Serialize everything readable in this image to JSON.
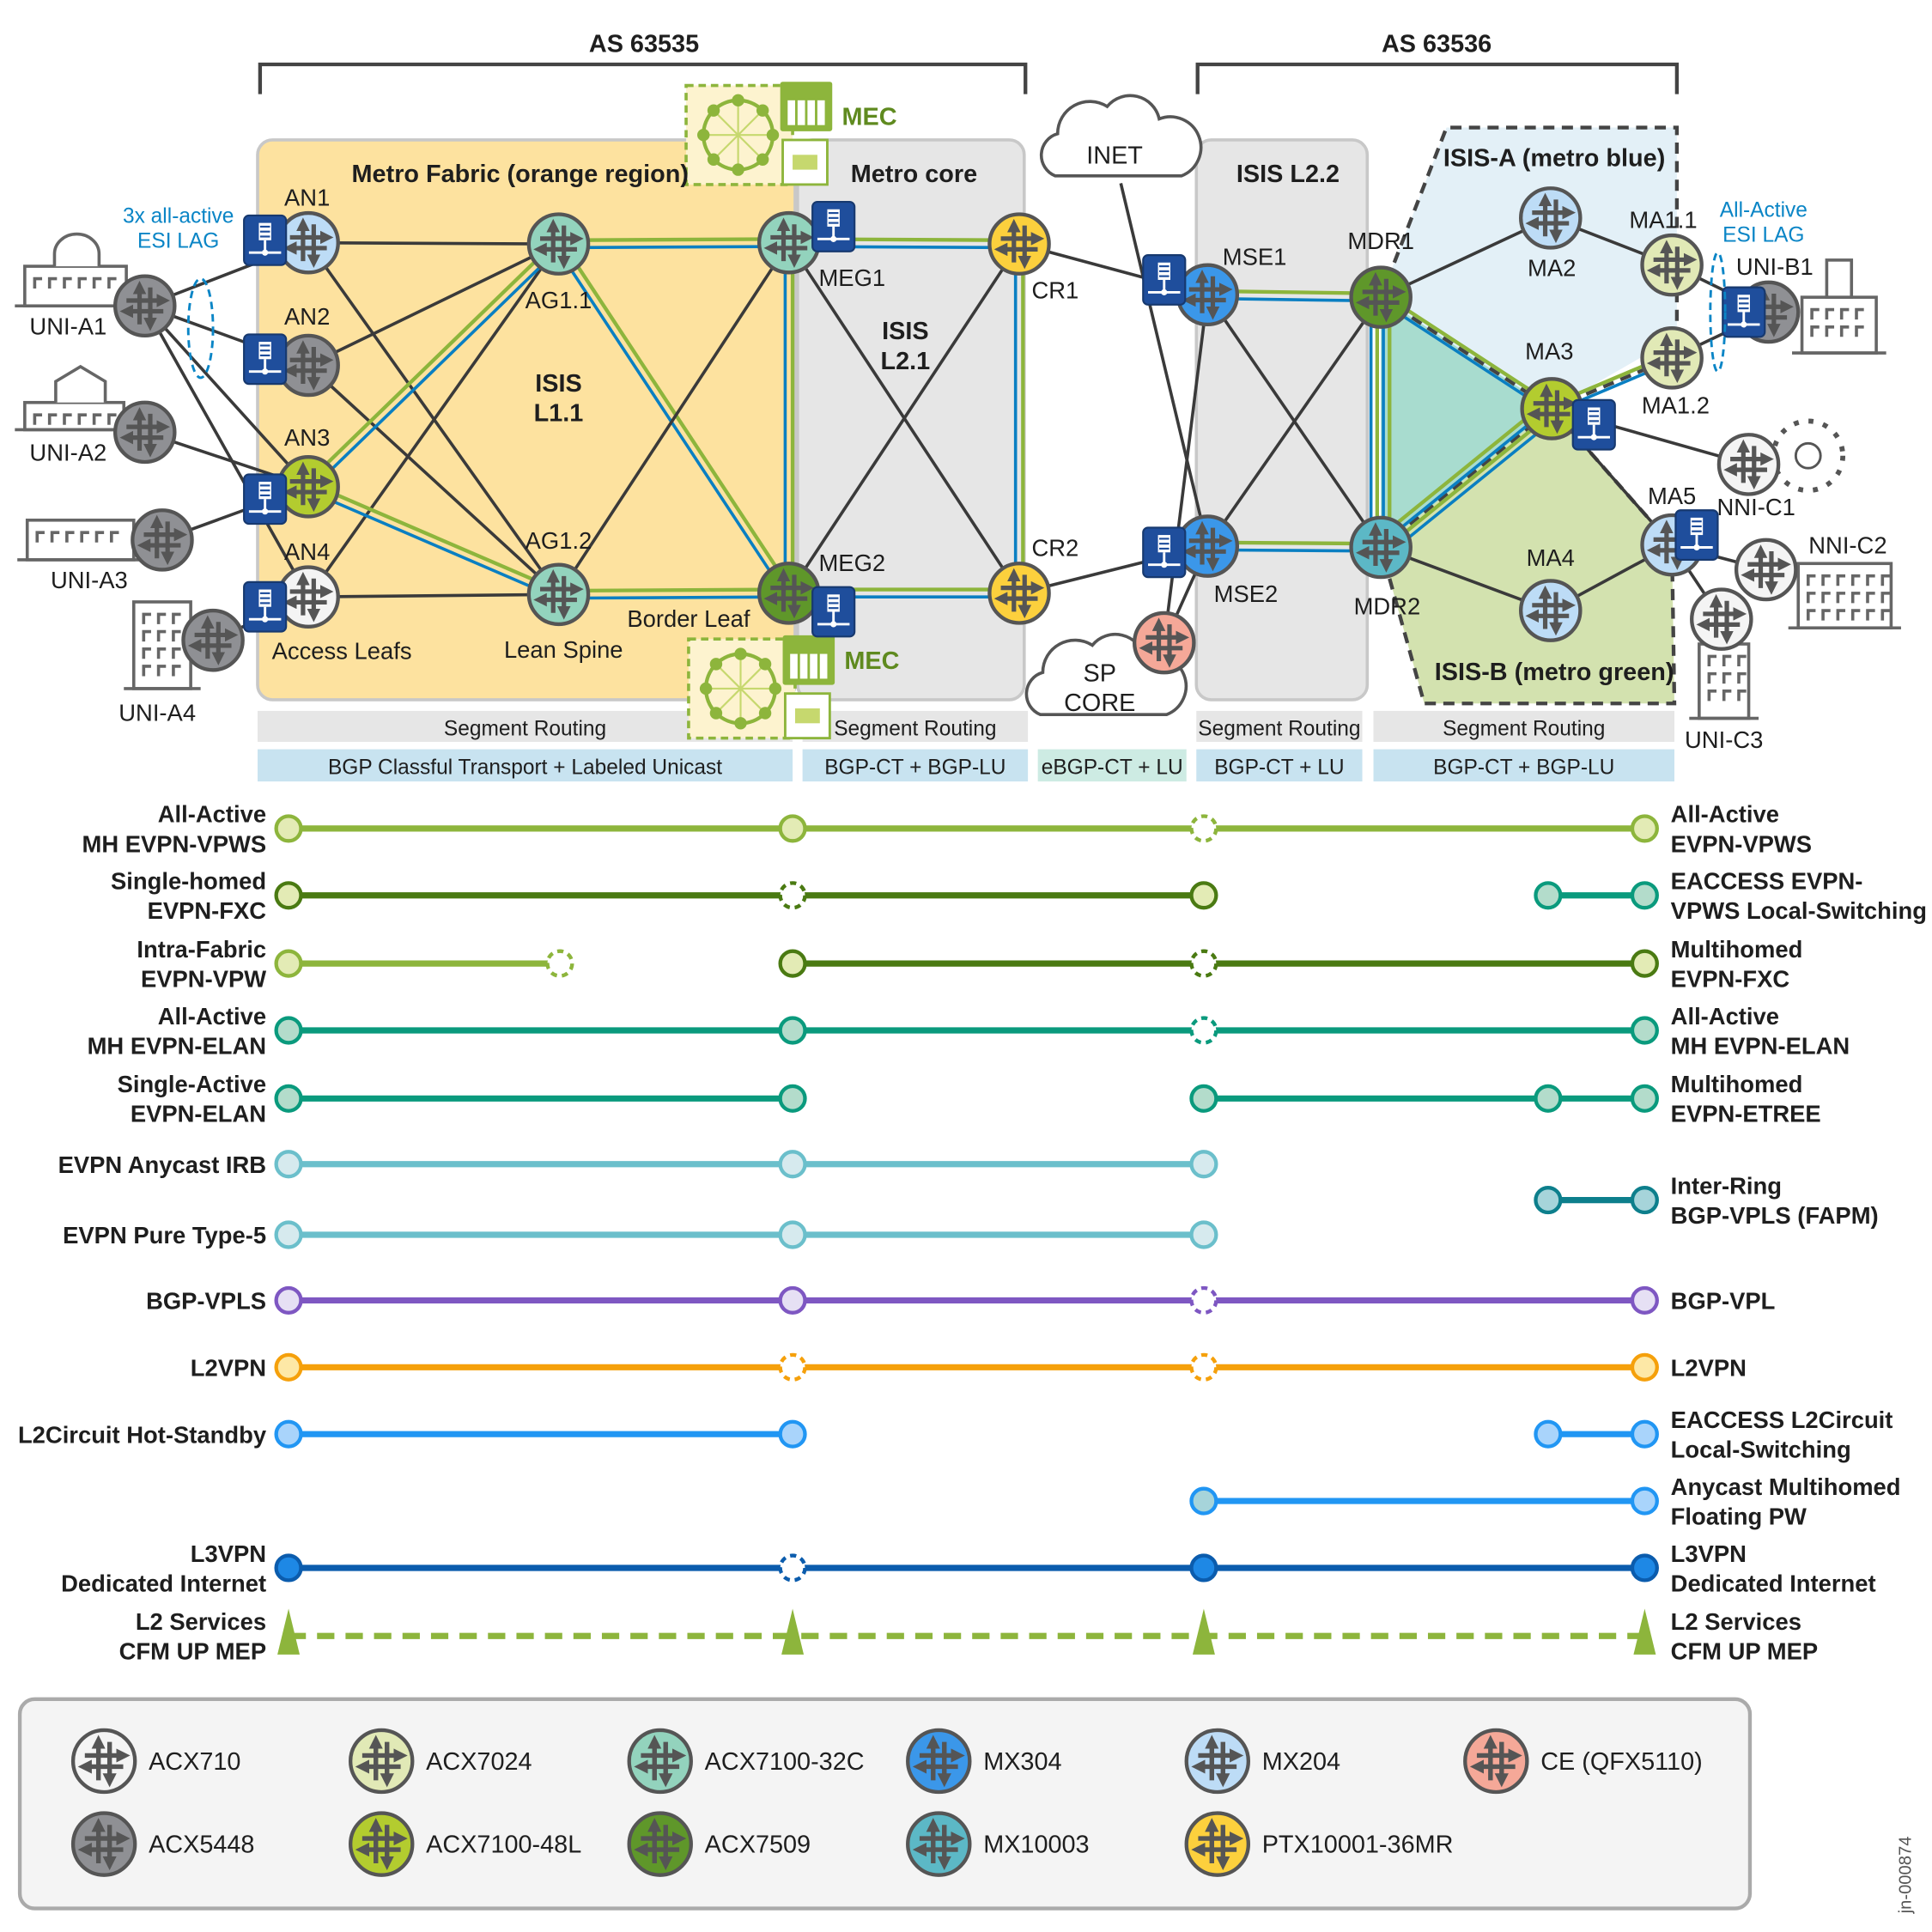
{
  "as_labels": [
    "AS 63535",
    "AS 63536"
  ],
  "regions": {
    "metro_fabric": "Metro Fabric (orange region)",
    "metro_core": "Metro core",
    "isis_l11": [
      "ISIS",
      "L1.1"
    ],
    "isis_l21": [
      "ISIS",
      "L2.1"
    ],
    "isis_l22": "ISIS L2.2",
    "isis_a": "ISIS-A (metro blue)",
    "isis_b": "ISIS-B (metro green)",
    "access_leafs": "Access Leafs",
    "lean_spine": "Lean Spine",
    "border_leaf": "Border Leaf",
    "esi_lag_left": [
      "3x all-active",
      "ESI LAG"
    ],
    "esi_lag_right": [
      "All-Active",
      "ESI LAG"
    ],
    "mec": "MEC",
    "esi_color": "#0a85c6"
  },
  "clouds": {
    "inet": [
      "INET"
    ],
    "sp_core": [
      "SP",
      "CORE"
    ]
  },
  "node_types": [
    {
      "id": "acx710",
      "label": "ACX710",
      "fill": "#f4f4f4"
    },
    {
      "id": "acx7024",
      "label": "ACX7024",
      "fill": "#e1e9b6"
    },
    {
      "id": "acx7100-32c",
      "label": "ACX7100-32C",
      "fill": "#93d3bd"
    },
    {
      "id": "mx304",
      "label": "MX304",
      "fill": "#3b97e9"
    },
    {
      "id": "mx204",
      "label": "MX204",
      "fill": "#bddcf6"
    },
    {
      "id": "ce",
      "label": "CE (QFX5110)",
      "fill": "#f5a898"
    },
    {
      "id": "acx5448",
      "label": "ACX5448",
      "fill": "#8f9094"
    },
    {
      "id": "acx7100-48l",
      "label": "ACX7100-48L",
      "fill": "#b3cc2f"
    },
    {
      "id": "acx7509",
      "label": "ACX7509",
      "fill": "#5f972a"
    },
    {
      "id": "mx10003",
      "label": "MX10003",
      "fill": "#5cb8c6"
    },
    {
      "id": "ptx",
      "label": "PTX10001-36MR",
      "fill": "#fcd03d"
    }
  ],
  "nodes": [
    {
      "id": "UNI-A1",
      "label": "UNI-A1",
      "type": "acx5448"
    },
    {
      "id": "UNI-A2",
      "label": "UNI-A2",
      "type": "acx5448"
    },
    {
      "id": "UNI-A3",
      "label": "UNI-A3",
      "type": "acx5448"
    },
    {
      "id": "UNI-A4",
      "label": "UNI-A4",
      "type": "acx5448"
    },
    {
      "id": "AN1",
      "label": "AN1",
      "type": "mx204",
      "server": true
    },
    {
      "id": "AN2",
      "label": "AN2",
      "type": "acx5448",
      "server": true
    },
    {
      "id": "AN3",
      "label": "AN3",
      "type": "acx7100-48l",
      "server": true
    },
    {
      "id": "AN4",
      "label": "AN4",
      "type": "acx710",
      "server": true
    },
    {
      "id": "AG1.1",
      "label": "AG1.1",
      "type": "acx7100-32c"
    },
    {
      "id": "AG1.2",
      "label": "AG1.2",
      "type": "acx7100-32c"
    },
    {
      "id": "MEG1",
      "label": "MEG1",
      "type": "acx7100-32c",
      "server": true
    },
    {
      "id": "MEG2",
      "label": "MEG2",
      "type": "acx7509",
      "server": true
    },
    {
      "id": "CR1",
      "label": "CR1",
      "type": "ptx"
    },
    {
      "id": "CR2",
      "label": "CR2",
      "type": "ptx"
    },
    {
      "id": "MSE1",
      "label": "MSE1",
      "type": "mx304",
      "server": true
    },
    {
      "id": "MSE2",
      "label": "MSE2",
      "type": "mx304",
      "server": true
    },
    {
      "id": "CE",
      "label": "",
      "type": "ce"
    },
    {
      "id": "MDR1",
      "label": "MDR1",
      "type": "acx7509"
    },
    {
      "id": "MDR2",
      "label": "MDR2",
      "type": "mx10003"
    },
    {
      "id": "MA2",
      "label": "MA2",
      "type": "mx204"
    },
    {
      "id": "MA1.1",
      "label": "MA1.1",
      "type": "acx7024"
    },
    {
      "id": "MA1.2",
      "label": "MA1.2",
      "type": "acx7024"
    },
    {
      "id": "MA3",
      "label": "MA3",
      "type": "acx7100-48l",
      "server": true
    },
    {
      "id": "MA4",
      "label": "MA4",
      "type": "mx204"
    },
    {
      "id": "MA5",
      "label": "MA5",
      "type": "mx204",
      "server": true
    },
    {
      "id": "UNI-B1",
      "label": "UNI-B1",
      "type": "acx5448",
      "server": true
    },
    {
      "id": "NNI-C1",
      "label": "NNI-C1",
      "type": "acx710"
    },
    {
      "id": "NNI-C2",
      "label": "NNI-C2",
      "type": "acx710"
    },
    {
      "id": "UNI-C3",
      "label": "UNI-C3",
      "type": "acx710"
    }
  ],
  "links": [
    {
      "from": "UNI-A1",
      "to": "AN1",
      "style": "single"
    },
    {
      "from": "UNI-A1",
      "to": "AN2",
      "style": "single"
    },
    {
      "from": "UNI-A1",
      "to": "AN3",
      "style": "single"
    },
    {
      "from": "UNI-A1",
      "to": "AN4",
      "style": "single"
    },
    {
      "from": "UNI-A2",
      "to": "AN3",
      "style": "single"
    },
    {
      "from": "UNI-A3",
      "to": "AN3",
      "style": "single"
    },
    {
      "from": "UNI-A4",
      "to": "AN4",
      "style": "single"
    },
    {
      "from": "AN1",
      "to": "AG1.1",
      "style": "single"
    },
    {
      "from": "AN1",
      "to": "AG1.2",
      "style": "single"
    },
    {
      "from": "AN2",
      "to": "AG1.1",
      "style": "single"
    },
    {
      "from": "AN2",
      "to": "AG1.2",
      "style": "single"
    },
    {
      "from": "AN4",
      "to": "AG1.1",
      "style": "single"
    },
    {
      "from": "AN4",
      "to": "AG1.2",
      "style": "single"
    },
    {
      "from": "AN3",
      "to": "AG1.1",
      "style": "double"
    },
    {
      "from": "AN3",
      "to": "AG1.2",
      "style": "double"
    },
    {
      "from": "AG1.1",
      "to": "MEG1",
      "style": "double"
    },
    {
      "from": "AG1.1",
      "to": "MEG2",
      "style": "double"
    },
    {
      "from": "AG1.2",
      "to": "MEG1",
      "style": "single"
    },
    {
      "from": "AG1.2",
      "to": "MEG2",
      "style": "double"
    },
    {
      "from": "MEG1",
      "to": "CR1",
      "style": "double"
    },
    {
      "from": "MEG2",
      "to": "CR2",
      "style": "double"
    },
    {
      "from": "MEG1",
      "to": "MEG2",
      "style": "double"
    },
    {
      "from": "CR1",
      "to": "CR2",
      "style": "double"
    },
    {
      "from": "MEG1",
      "to": "CR2",
      "style": "single"
    },
    {
      "from": "MEG2",
      "to": "CR1",
      "style": "single"
    },
    {
      "from": "CR1",
      "to": "MSE1",
      "style": "single"
    },
    {
      "from": "CR2",
      "to": "MSE2",
      "style": "single"
    },
    {
      "from": "INET",
      "to": "MSE2",
      "style": "single"
    },
    {
      "from": "CE",
      "to": "MSE1",
      "style": "single"
    },
    {
      "from": "CE",
      "to": "MSE2",
      "style": "single"
    },
    {
      "from": "MSE1",
      "to": "MDR1",
      "style": "double"
    },
    {
      "from": "MSE2",
      "to": "MDR2",
      "style": "double"
    },
    {
      "from": "MSE1",
      "to": "MDR2",
      "style": "single"
    },
    {
      "from": "MSE2",
      "to": "MDR1",
      "style": "single"
    },
    {
      "from": "MDR1",
      "to": "MDR2",
      "style": "quad"
    },
    {
      "from": "MDR1",
      "to": "MA2",
      "style": "single"
    },
    {
      "from": "MA2",
      "to": "MA1.1",
      "style": "single"
    },
    {
      "from": "MDR1",
      "to": "MA3",
      "style": "double"
    },
    {
      "from": "MDR2",
      "to": "MA3",
      "style": "quad"
    },
    {
      "from": "MA3",
      "to": "MA1.2",
      "style": "double"
    },
    {
      "from": "MA1.1",
      "to": "UNI-B1",
      "style": "single"
    },
    {
      "from": "MA1.2",
      "to": "UNI-B1",
      "style": "single"
    },
    {
      "from": "MA3",
      "to": "NNI-C1",
      "style": "single"
    },
    {
      "from": "MA3",
      "to": "MA5",
      "style": "single"
    },
    {
      "from": "MDR2",
      "to": "MA4",
      "style": "single"
    },
    {
      "from": "MA4",
      "to": "MA5",
      "style": "single"
    },
    {
      "from": "MA5",
      "to": "NNI-C2",
      "style": "single"
    },
    {
      "from": "MA5",
      "to": "UNI-C3",
      "style": "single"
    }
  ],
  "link_colors": {
    "single": "#3a3a3a",
    "blue": "#0a7fc2",
    "green": "#8db53c"
  },
  "bands": {
    "routing": [
      "Segment Routing",
      "Segment Routing",
      "Segment Routing",
      "Segment Routing"
    ],
    "transport": [
      "BGP Classful Transport + Labeled Unicast",
      "BGP-CT + BGP-LU",
      "eBGP-CT + LU",
      "BGP-CT + LU",
      "BGP-CT + BGP-LU"
    ]
  },
  "services": [
    {
      "left": [
        "All-Active",
        "MH EVPN-VPWS"
      ],
      "right": [
        "All-Active",
        "EVPN-VPWS"
      ],
      "segments": [
        {
          "color": "#8db53c",
          "fill": "#e3ebb5",
          "points": [
            {
              "at": "an"
            },
            {
              "at": "meg"
            },
            {
              "at": "mse",
              "dashed": true
            },
            {
              "at": "end"
            }
          ]
        }
      ]
    },
    {
      "left": [
        "Single-homed",
        "EVPN-FXC"
      ],
      "right": [
        "EACCESS EVPN-",
        "VPWS Local-Switching"
      ],
      "segments": [
        {
          "color": "#4a7a12",
          "fill": "#e3ebb5",
          "points": [
            {
              "at": "an"
            },
            {
              "at": "meg",
              "dashed": true
            },
            {
              "at": "mse"
            }
          ]
        },
        {
          "color": "#0a9a7d",
          "fill": "#b3dccb",
          "points": [
            {
              "at": "ma"
            },
            {
              "at": "end"
            }
          ]
        }
      ]
    },
    {
      "left": [
        "Intra-Fabric",
        "EVPN-VPW"
      ],
      "right": [
        "Multihomed",
        "EVPN-FXC"
      ],
      "segments": [
        {
          "color": "#8db53c",
          "fill": "#e3ebb5",
          "points": [
            {
              "at": "an"
            },
            {
              "at": "ag",
              "dashed": true
            }
          ]
        },
        {
          "color": "#4a7a12",
          "fill": "#e3ebb5",
          "points": [
            {
              "at": "meg"
            },
            {
              "at": "mse",
              "dashed": true
            },
            {
              "at": "end"
            }
          ]
        }
      ]
    },
    {
      "left": [
        "All-Active",
        "MH EVPN-ELAN"
      ],
      "right": [
        "All-Active",
        "MH EVPN-ELAN"
      ],
      "segments": [
        {
          "color": "#0a9a7d",
          "fill": "#b3dccb",
          "points": [
            {
              "at": "an"
            },
            {
              "at": "meg"
            },
            {
              "at": "mse",
              "dashed": true
            },
            {
              "at": "end"
            }
          ]
        }
      ]
    },
    {
      "left": [
        "Single-Active",
        "EVPN-ELAN"
      ],
      "right": [
        "Multihomed",
        "EVPN-ETREE"
      ],
      "segments": [
        {
          "color": "#0a9a7d",
          "fill": "#b3dccb",
          "points": [
            {
              "at": "an"
            },
            {
              "at": "meg"
            }
          ]
        },
        {
          "color": "#0a9a7d",
          "fill": "#b3dccb",
          "points": [
            {
              "at": "mse"
            },
            {
              "at": "ma"
            },
            {
              "at": "end"
            }
          ]
        }
      ]
    },
    {
      "left": [
        "EVPN Anycast IRB"
      ],
      "right": [],
      "segments": [
        {
          "color": "#6bbfcb",
          "fill": "#d6eaee",
          "points": [
            {
              "at": "an"
            },
            {
              "at": "meg"
            },
            {
              "at": "mse"
            }
          ]
        }
      ]
    },
    {
      "left": [],
      "right": [
        "Inter-Ring",
        "BGP-VPLS (FAPM)"
      ],
      "segments": [
        {
          "color": "#0d7f8c",
          "fill": "#a6d4da",
          "points": [
            {
              "at": "ma"
            },
            {
              "at": "end"
            }
          ]
        }
      ]
    },
    {
      "left": [
        "EVPN Pure Type-5"
      ],
      "right": [],
      "segments": [
        {
          "color": "#6bbfcb",
          "fill": "#d6eaee",
          "points": [
            {
              "at": "an"
            },
            {
              "at": "meg"
            },
            {
              "at": "mse"
            }
          ]
        }
      ]
    },
    {
      "left": [
        "BGP-VPLS"
      ],
      "right": [
        "BGP-VPL"
      ],
      "segments": [
        {
          "color": "#7e57c2",
          "fill": "#e6e0f4",
          "points": [
            {
              "at": "an"
            },
            {
              "at": "meg"
            },
            {
              "at": "mse",
              "dashed": true
            },
            {
              "at": "end"
            }
          ]
        }
      ]
    },
    {
      "left": [
        "L2VPN"
      ],
      "right": [
        "L2VPN"
      ],
      "segments": [
        {
          "color": "#f5a00b",
          "fill": "#fde8a6",
          "points": [
            {
              "at": "an"
            },
            {
              "at": "meg",
              "dashed": true
            },
            {
              "at": "mse",
              "dashed": true
            },
            {
              "at": "end"
            }
          ]
        }
      ]
    },
    {
      "left": [
        "L2Circuit Hot-Standby"
      ],
      "right": [
        "EACCESS L2Circuit",
        "Local-Switching"
      ],
      "segments": [
        {
          "color": "#2196f3",
          "fill": "#a9d4fb",
          "points": [
            {
              "at": "an"
            },
            {
              "at": "meg"
            }
          ]
        },
        {
          "color": "#2196f3",
          "fill": "#a9d4fb",
          "points": [
            {
              "at": "ma"
            },
            {
              "at": "end"
            }
          ]
        }
      ]
    },
    {
      "left": [],
      "right": [
        "Anycast Multihomed",
        "Floating PW"
      ],
      "segments": [
        {
          "color": "#2196f3",
          "fill": "#a6d4da",
          "points": [
            {
              "at": "mse"
            },
            {
              "at": "end",
              "fill": "#a9d4fb"
            }
          ]
        }
      ]
    },
    {
      "left": [
        "L3VPN",
        "Dedicated Internet"
      ],
      "right": [
        "L3VPN",
        "Dedicated Internet"
      ],
      "segments": [
        {
          "color": "#0b5cad",
          "fill": "#1e88e5",
          "points": [
            {
              "at": "an"
            },
            {
              "at": "meg",
              "dashed": true
            },
            {
              "at": "mse"
            },
            {
              "at": "end"
            }
          ]
        }
      ]
    },
    {
      "left": [
        "L2 Services",
        "CFM UP MEP"
      ],
      "right": [
        "L2 Services",
        "CFM UP MEP"
      ],
      "segments": [
        {
          "color": "#8db53c",
          "fill": "#8db53c",
          "marker": "triangle",
          "line": "dashed",
          "points": [
            {
              "at": "an"
            },
            {
              "at": "meg"
            },
            {
              "at": "mse"
            },
            {
              "at": "end"
            }
          ]
        }
      ]
    }
  ],
  "footer_id": "jn-000874"
}
